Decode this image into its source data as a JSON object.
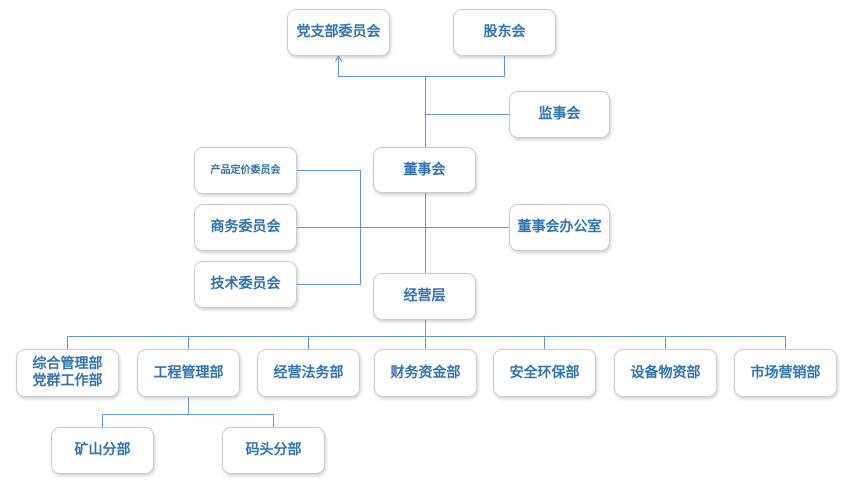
{
  "colors": {
    "node_text": "#2e74b5",
    "connector": "#5b9bd5",
    "node_border": "#c9cdd2"
  },
  "nodes": {
    "party_committee": "党支部委员会",
    "shareholders": "股东会",
    "supervisory_board": "监事会",
    "board_of_directors": "董事会",
    "pricing_committee": "产品定价委员会",
    "business_committee": "商务委员会",
    "technical_committee": "技术委员会",
    "board_office": "董事会办公室",
    "management": "经营层",
    "general_admin": "综合管理部\n党群工作部",
    "engineering": "工程管理部",
    "legal": "经营法务部",
    "finance": "财务资金部",
    "safety_env": "安全环保部",
    "equipment": "设备物资部",
    "marketing": "市场营销部",
    "mining_branch": "矿山分部",
    "wharf_branch": "码头分部"
  }
}
